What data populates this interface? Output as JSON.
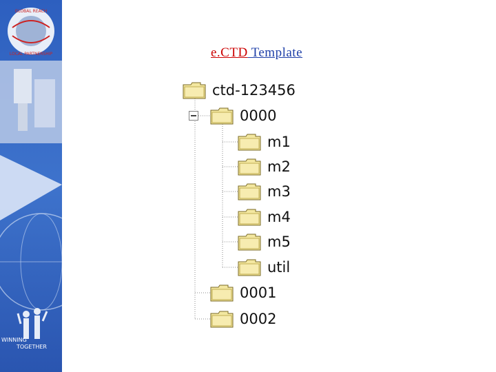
{
  "title": {
    "part1": "e.CTD",
    "part2": " Template"
  },
  "sidebar": {
    "logo_ring_top": "GLOBAL REACH",
    "logo_ring_bottom": "LOCAL PARTNERSHIP",
    "bottom_text_1": "WINNING",
    "bottom_text_2": "TOGETHER"
  },
  "tree": {
    "root": "ctd-123456",
    "n0000": "0000",
    "m1": "m1",
    "m2": "m2",
    "m3": "m3",
    "m4": "m4",
    "m5": "m5",
    "util": "util",
    "n0001": "0001",
    "n0002": "0002"
  },
  "colors": {
    "sidebar_blue": "#1f4ea8",
    "folder_fill": "#f3e7a0",
    "folder_edge": "#7a6a24",
    "title_red": "#cc0000",
    "title_blue": "#1e3fa8"
  },
  "icons": {
    "folder": "folder-icon",
    "collapse": "minus-box-icon"
  }
}
